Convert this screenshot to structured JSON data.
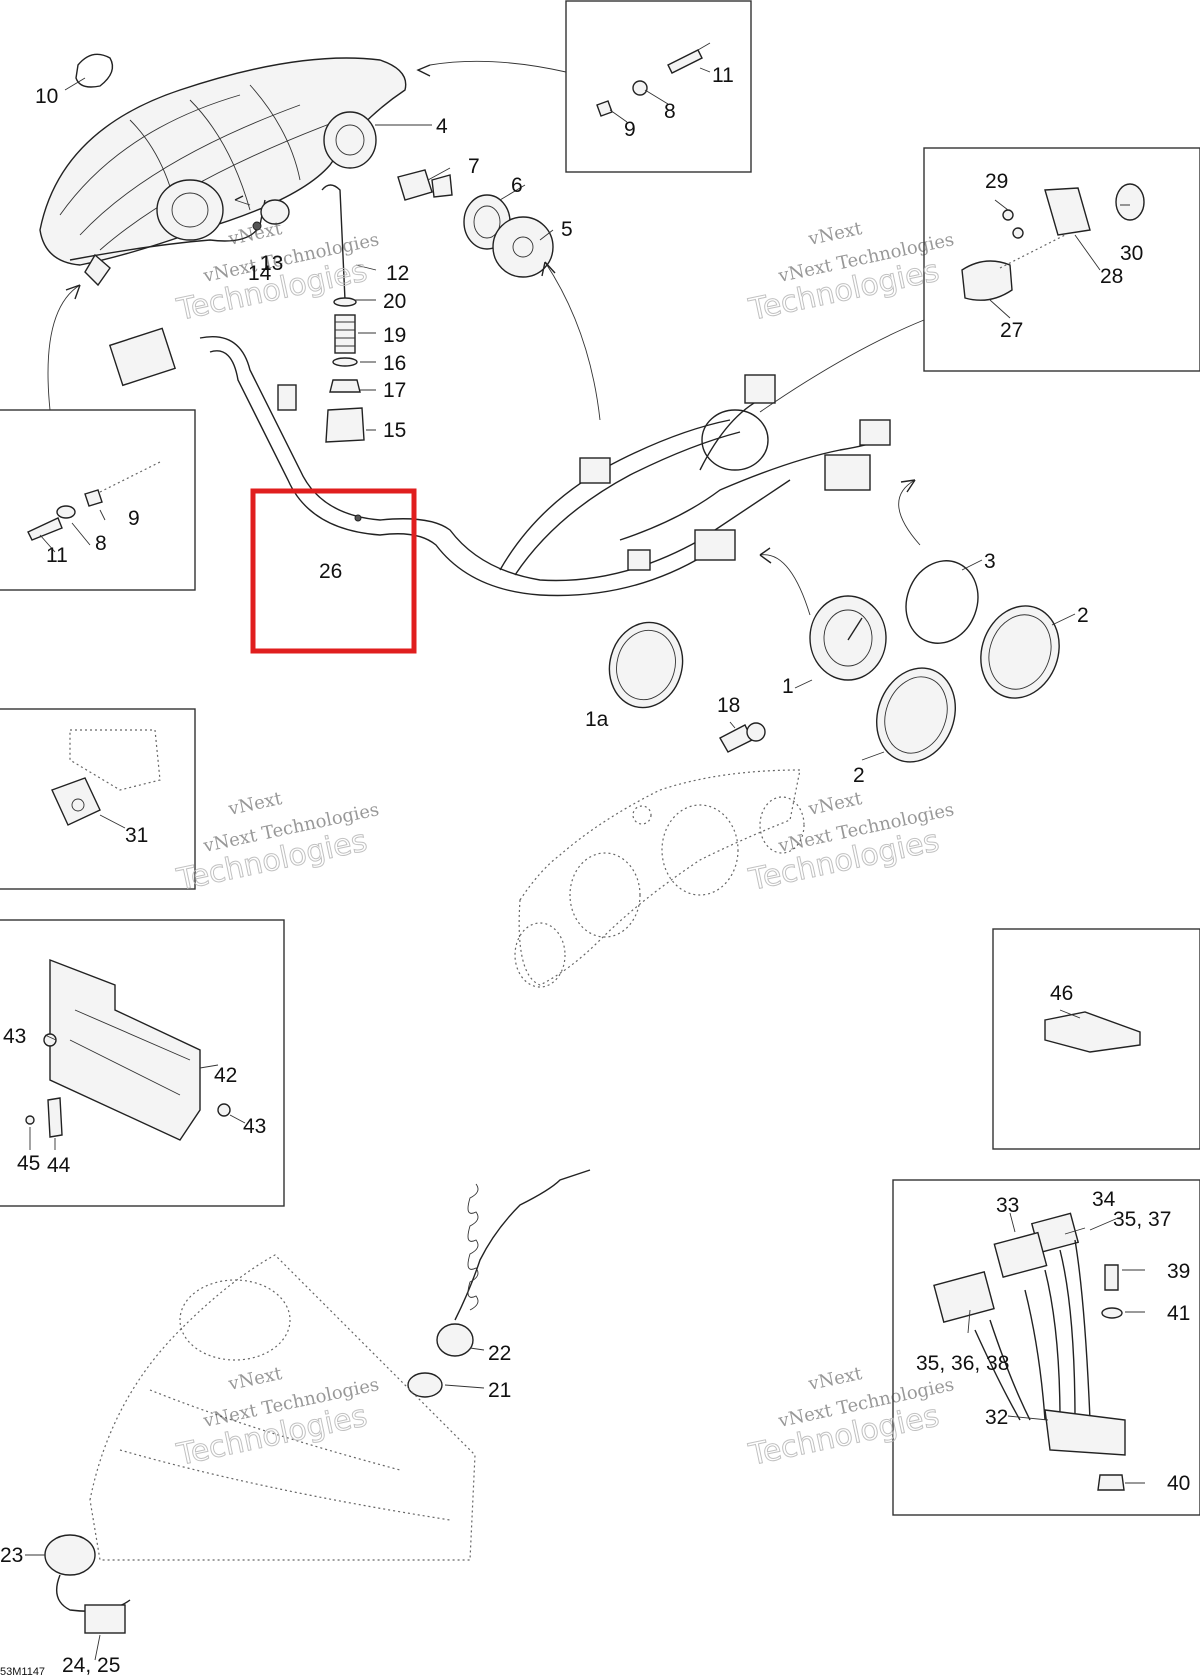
{
  "diagram": {
    "drawing_code": "53M1147",
    "highlight_label": "26",
    "watermark": {
      "line1": "vNext",
      "line2": "vNext Technologies",
      "line3": "Technologies"
    },
    "callouts": [
      "10",
      "4",
      "11",
      "8",
      "9",
      "7",
      "6",
      "5",
      "13",
      "14",
      "12",
      "20",
      "19",
      "16",
      "17",
      "15",
      "29",
      "30",
      "28",
      "27",
      "9",
      "8",
      "11",
      "26",
      "3",
      "2",
      "1",
      "2",
      "1a",
      "18",
      "31",
      "46",
      "43",
      "42",
      "43",
      "45",
      "44",
      "34",
      "33",
      "35, 37",
      "39",
      "41",
      "35, 36, 38",
      "32",
      "40",
      "22",
      "21",
      "23",
      "24, 25"
    ]
  }
}
